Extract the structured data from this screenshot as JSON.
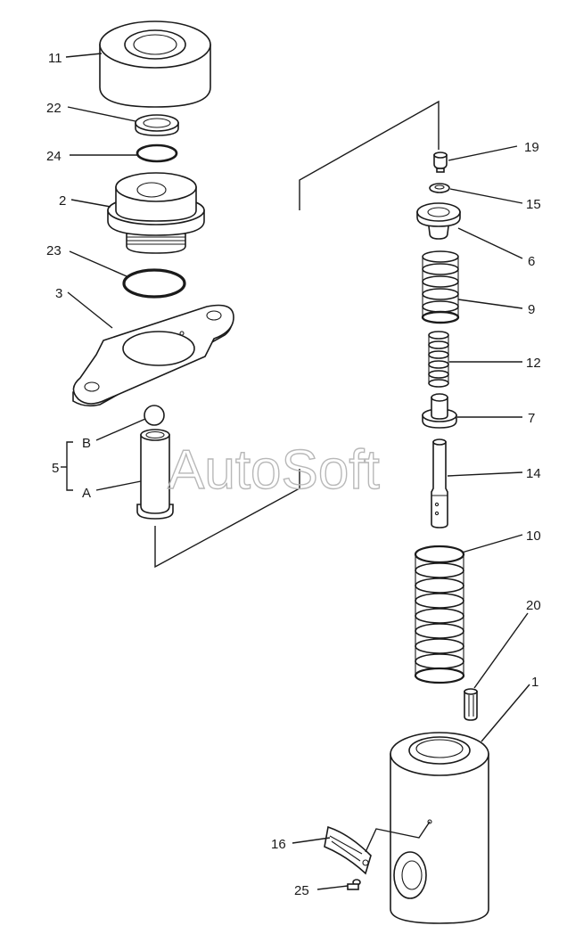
{
  "labels": {
    "p11": "11",
    "p22": "22",
    "p24": "24",
    "p2": "2",
    "p23": "23",
    "p3": "3",
    "pB": "B",
    "p5": "5",
    "pA": "A",
    "p19": "19",
    "p15": "15",
    "p6": "6",
    "p9": "9",
    "p12": "12",
    "p7": "7",
    "p14": "14",
    "p10": "10",
    "p20": "20",
    "p1": "1",
    "p16": "16",
    "p25": "25"
  },
  "watermark": "AutoSoft",
  "colors": {
    "ink": "#1a1a1a",
    "watermark": "#b8b8b8",
    "paper": "#ffffff"
  }
}
